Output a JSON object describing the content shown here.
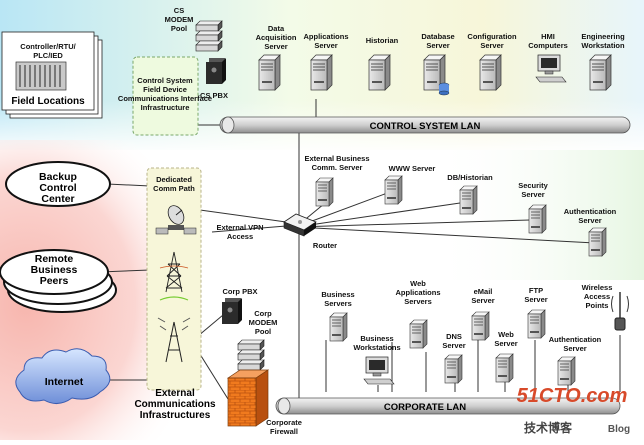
{
  "field": {
    "device_label": "Controller/RTU/PLC/IED",
    "locations_label": "Field Locations",
    "interface_label": "Control System Field Device Communications Interface Infrastructure"
  },
  "control": {
    "modem_pool": "CS MODEM Pool",
    "pbx": "CS PBX",
    "servers": [
      "Data Acquisition Server",
      "Applications Server",
      "Historian",
      "Database Server",
      "Configuration Server",
      "HMI Computers",
      "Engineering Workstation"
    ],
    "lan": "CONTROL SYSTEM LAN"
  },
  "external": {
    "dedicated_path": "Dedicated Comm Path",
    "vpn": "External VPN Access",
    "router": "Router",
    "servers": [
      "External Business Comm. Server",
      "WWW Server",
      "DB/Historian",
      "Security Server",
      "Authentication Server"
    ]
  },
  "clouds": {
    "backup": "Backup Control Center",
    "remote": "Remote Business Peers",
    "internet": "Internet"
  },
  "ext_infra": "External Communications Infrastructures",
  "corporate": {
    "pbx": "Corp PBX",
    "modem_pool": "Corp MODEM Pool",
    "firewall": "Corporate Firewall",
    "items": [
      "Business Servers",
      "Web Applications Servers",
      "eMail Server",
      "FTP Server",
      "Wireless Access Points",
      "Business Workstations",
      "DNS Server",
      "Web Server",
      "Authentication Server"
    ],
    "lan": "CORPORATE LAN"
  },
  "watermark": {
    "logo": "51CTO.com",
    "text": "技术博客",
    "blog": "Blog"
  },
  "colors": {
    "lan_fill": "#cfcfcf",
    "interface_box": "#eefadf",
    "firewall": "#f07a1e",
    "top_band": "#bfe8f5",
    "danger_band": "#fbd0cc"
  }
}
